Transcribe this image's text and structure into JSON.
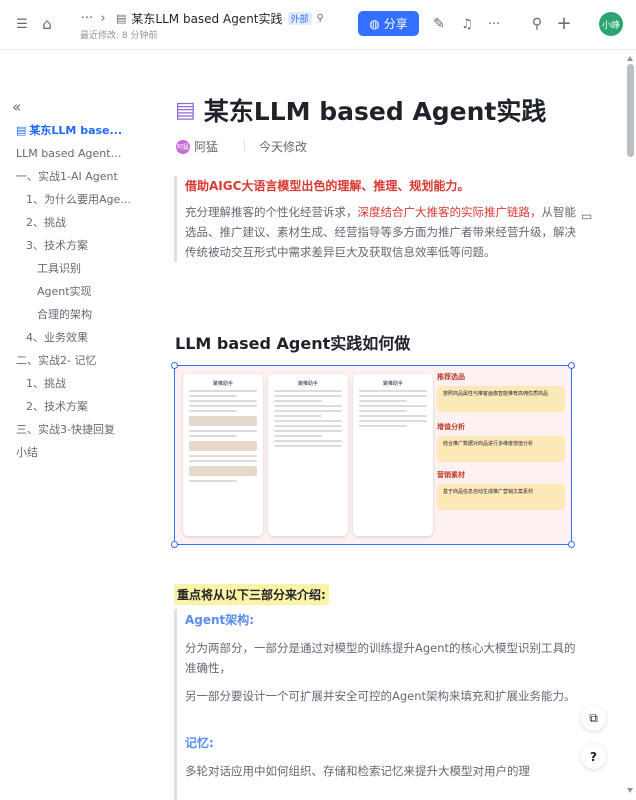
{
  "header": {
    "doc_title": "某东LLM based Agent实践",
    "external_badge": "外部",
    "pin_glyph": "⚲",
    "last_modified": "最近修改: 8 分钟前",
    "share_label": "分享",
    "user_initials": "小峥"
  },
  "icons": {
    "outline_toggle": "☰",
    "home": "⌂",
    "more": "···",
    "chevron": "›",
    "doc": "▤",
    "globe": "◍",
    "edit": "✎",
    "bell": "♫",
    "search": "⚲",
    "add": "+",
    "collapse": "«",
    "comment": "▭",
    "help": "?",
    "pip": "⧉"
  },
  "outline": {
    "items": [
      "某东LLM base...",
      "LLM based Agent实...",
      "一、实战1-AI Agent",
      "1、为什么要用Age...",
      "2、挑战",
      "3、技术方案",
      "工具识别",
      "Agent实现",
      "合理的架构",
      "4、业务效果",
      "二、实战2- 记忆",
      "1、挑战",
      "2、技术方案",
      "三、实战3-快捷回复",
      "小结"
    ]
  },
  "doc": {
    "title": "某东LLM based Agent实践",
    "author_initial": "阿猛",
    "author": "阿猛",
    "updated": "今天修改",
    "callout_title": "借助AIGC大语言模型出色的理解、推理、规划能力。",
    "callout_body_1": "充分理解推客的个性化经营诉求，",
    "callout_body_hl": "深度结合广大推客的实际推广链路，",
    "callout_body_2": "从智能选品、推广建议、素材生成、经营指导等多方面为推广者带来经营升级，解决传统被动交互形式中需求差异巨大及获取信息效率低等问题。",
    "section_heading": "LLM based Agent实践如何做",
    "image": {
      "phone_header": "聚推助手",
      "cards": [
        {
          "title": "推荐选品",
          "text": "按照商品属性与推客画像智能推荐高佣优质商品"
        },
        {
          "title": "增值分析",
          "text": "结合推广数据对商品进行多维度增值分析"
        },
        {
          "title": "营销素材",
          "text": "基于商品信息自动生成推广营销文案素材"
        }
      ]
    },
    "highlight": "重点将从以下三部分来介绍:",
    "p1_head": "Agent架构:",
    "p1_body_a": "分为两部分，一部分是通过对模型的训练提升Agent的核心大模型识别工具的准确性，",
    "p1_body_b": "另一部分要设计一个可扩展并安全可控的Agent架构来填充和扩展业务能力。",
    "p2_head": "记忆:",
    "p2_body": "多轮对话应用中如何组织、存储和检索记忆来提升大模型对用户的理"
  }
}
